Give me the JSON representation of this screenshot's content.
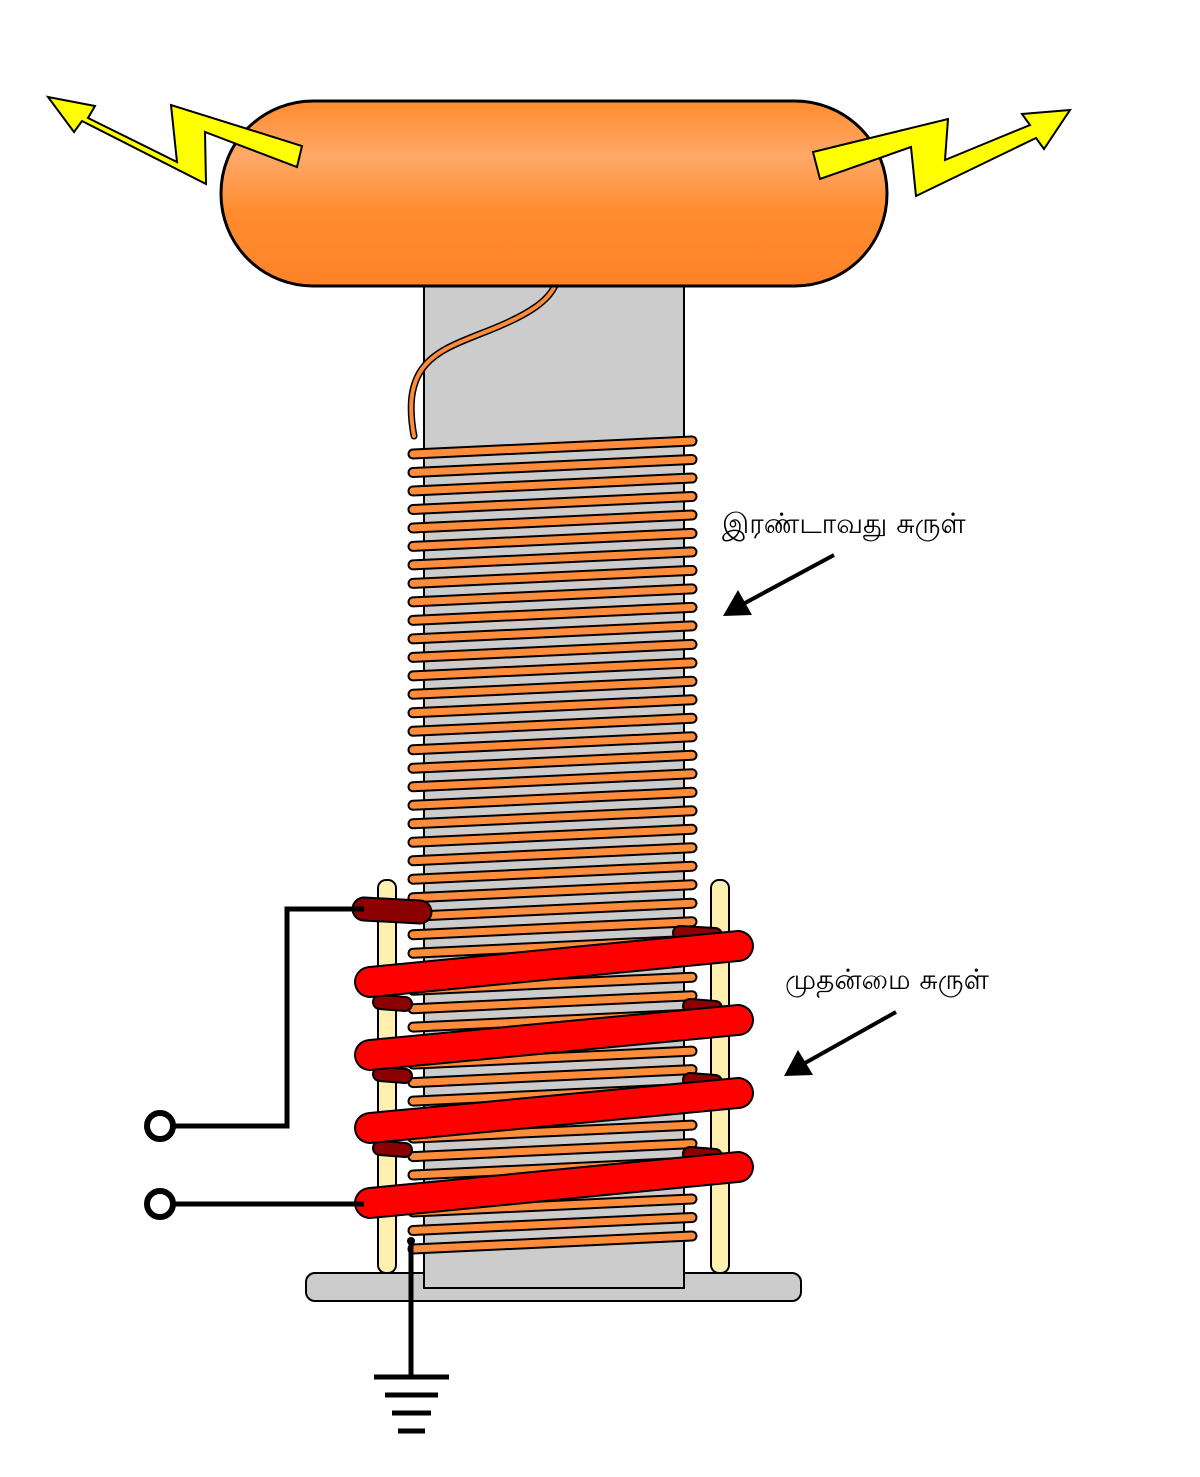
{
  "labels": {
    "secondary_coil": "இரண்டாவது சுருள்",
    "primary_coil": "முதன்மை சுருள்"
  },
  "colors": {
    "toroid": "#ff8c2e",
    "toroid_highlight": "#ffa868",
    "secondary_wire": "#ff8c3a",
    "primary_wire": "#ff0000",
    "primary_wire_back": "#8b0000",
    "form": "#cccccc",
    "support_post": "#fff0b0",
    "spark": "#ffff00",
    "outline": "#000000"
  },
  "components": {
    "top_load": "toroid",
    "secondary_winding": "secondary-coil",
    "primary_winding": "primary-coil",
    "ground": "ground-symbol",
    "terminals": [
      "input-terminal",
      "input-terminal"
    ]
  }
}
